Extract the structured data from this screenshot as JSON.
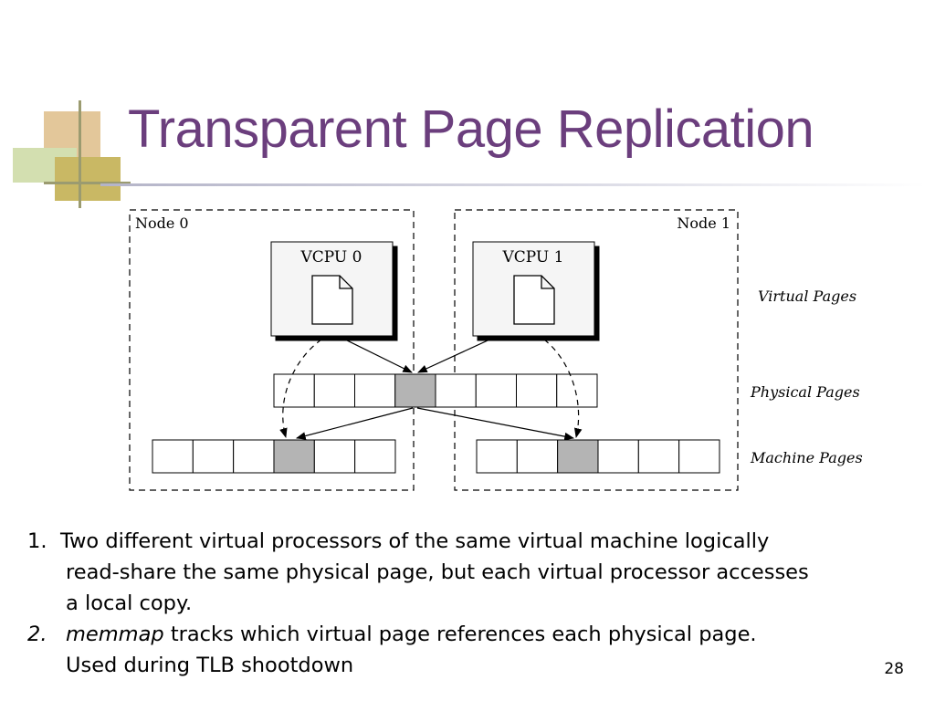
{
  "slide": {
    "title": "Transparent Page Replication",
    "number": "28"
  },
  "diagram": {
    "node0_label": "Node 0",
    "node1_label": "Node 1",
    "vcpu0_label": "VCPU 0",
    "vcpu1_label": "VCPU 1",
    "layer_labels": {
      "virtual": "Virtual Pages",
      "physical": "Physical Pages",
      "machine": "Machine Pages"
    },
    "physical_pages": {
      "count": 8,
      "shared_index": 3
    },
    "machine_pages_node0": {
      "count": 6,
      "copy_index": 3
    },
    "machine_pages_node1": {
      "count": 6,
      "copy_index": 2
    },
    "colors": {
      "highlight_page": "#b4b4b4",
      "title": "#6b3e7d"
    }
  },
  "bullets": [
    {
      "marker": "1.",
      "line1": "Two different virtual processors of the same virtual machine logically",
      "line2": "read-share the same physical page, but each virtual processor accesses",
      "line3": "a local copy."
    },
    {
      "marker": "2.",
      "italic_word": "memmap",
      "rest": " tracks which virtual page references each physical page.",
      "line2": "Used during TLB shootdown"
    }
  ]
}
